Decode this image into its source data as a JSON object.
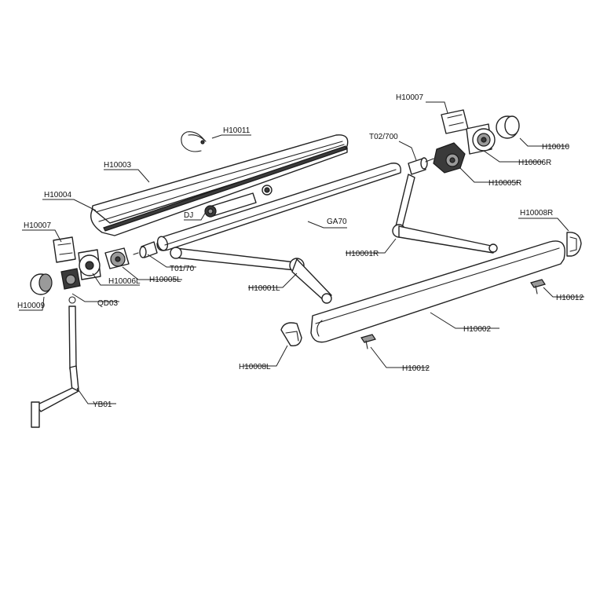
{
  "labels": {
    "H10011": "H10011",
    "H10003": "H10003",
    "H10004": "H10004",
    "H10007_left": "H10007",
    "H10007_right": "H10007",
    "H10009": "H10009",
    "QD03": "QD03",
    "H10006L": "H10006L",
    "H10005L": "H10005L",
    "T01_70": "T01/70",
    "DJ": "DJ",
    "GA70": "GA70",
    "T02_700": "T02/700",
    "H10010": "H10010",
    "H10006R": "H10006R",
    "H10005R": "H10005R",
    "H10008R": "H10008R",
    "H10001R": "H10001R",
    "H10001L": "H10001L",
    "H10012_right": "H10012",
    "H10002": "H10002",
    "H10008L": "H10008L",
    "H10012_bottom": "H10012",
    "YB01": "YB01"
  }
}
